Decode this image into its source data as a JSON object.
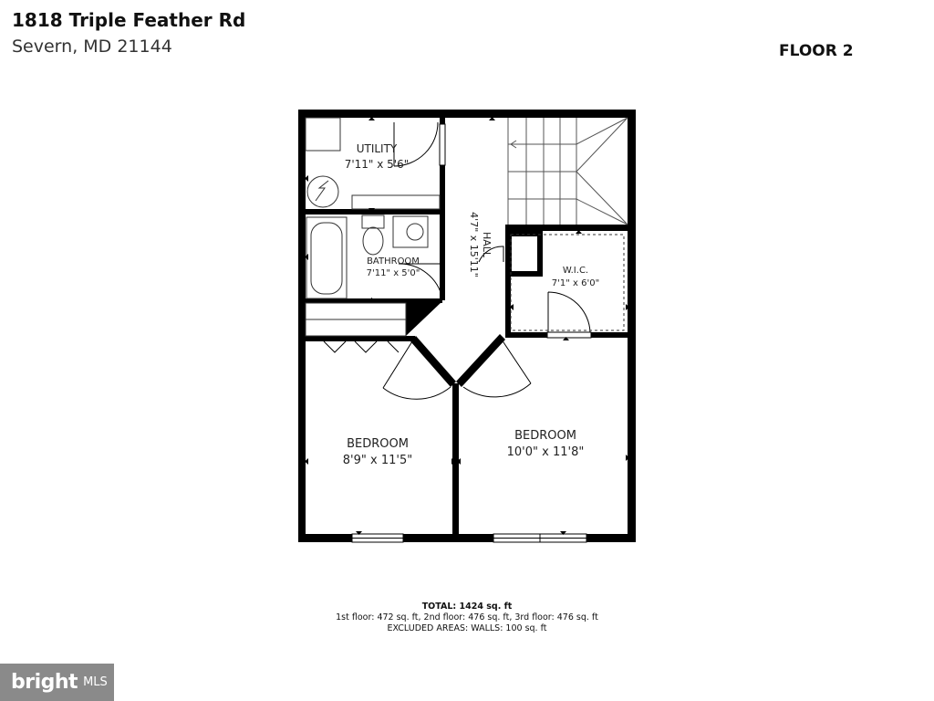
{
  "header": {
    "street": "1818 Triple Feather Rd",
    "city": "Severn, MD 21144",
    "floor_label": "FLOOR 2"
  },
  "rooms": {
    "utility": {
      "name": "UTILITY",
      "size": "7'11\" x 5'6\""
    },
    "bathroom": {
      "name": "BATHROOM",
      "size": "7'11\" x 5'0\""
    },
    "hall": {
      "name": "HALL",
      "size": "4'7\" x 15'11\""
    },
    "wic": {
      "name": "W.I.C.",
      "size": "7'1\" x 6'0\""
    },
    "bedroom_left": {
      "name": "BEDROOM",
      "size": "8'9\" x 11'5\""
    },
    "bedroom_right": {
      "name": "BEDROOM",
      "size": "10'0\" x 11'8\""
    }
  },
  "footer": {
    "total": "TOTAL: 1424 sq. ft",
    "floors": "1st floor: 472 sq. ft, 2nd floor: 476 sq. ft, 3rd floor: 476 sq. ft",
    "excluded": "EXCLUDED AREAS: WALLS: 100 sq. ft"
  },
  "logo": {
    "brand": "bright",
    "suffix": "MLS"
  },
  "colors": {
    "wall": "#000000",
    "fixture": "#333333",
    "logo_bg": "#8a8a8a"
  }
}
